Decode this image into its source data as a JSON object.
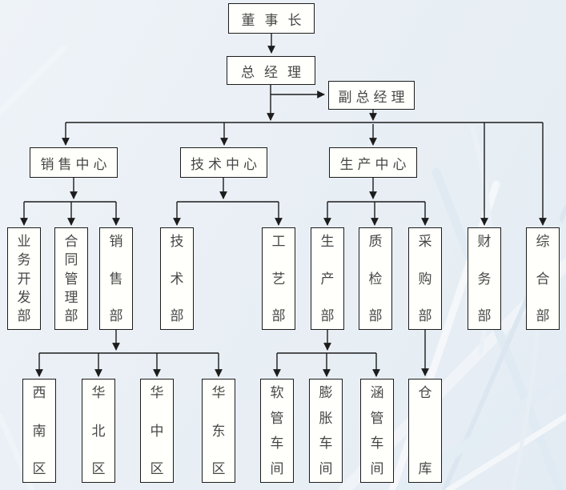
{
  "diagram_type": "org-chart",
  "nodes": {
    "chairman": {
      "label": "董事长"
    },
    "general_manager": {
      "label": "总经理"
    },
    "deputy_general_manager": {
      "label": "副总经理"
    },
    "sales_center": {
      "label": "销售中心"
    },
    "tech_center": {
      "label": "技术中心"
    },
    "production_center": {
      "label": "生产中心"
    },
    "biz_dev_dept": {
      "label": "业务开发部"
    },
    "contract_mgmt_dept": {
      "label": "合同管理部"
    },
    "sales_dept": {
      "label": "销售部"
    },
    "tech_dept": {
      "label": "技术部"
    },
    "process_dept": {
      "label": "工艺部"
    },
    "production_dept": {
      "label": "生产部"
    },
    "qc_dept": {
      "label": "质检部"
    },
    "purchasing_dept": {
      "label": "采购部"
    },
    "finance_dept": {
      "label": "财务部"
    },
    "general_affairs_dept": {
      "label": "综合部"
    },
    "southwest_region": {
      "label": "西南区"
    },
    "north_china_region": {
      "label": "华北区"
    },
    "central_china_region": {
      "label": "华中区"
    },
    "east_china_region": {
      "label": "华东区"
    },
    "hose_workshop": {
      "label": "软管车间"
    },
    "expansion_workshop": {
      "label": "膨胀车间"
    },
    "culvert_workshop": {
      "label": "涵管车间"
    },
    "warehouse": {
      "label": "仓库"
    }
  },
  "hierarchy": {
    "董事长": [
      "总经理"
    ],
    "总经理": [
      "副总经理",
      "销售中心",
      "技术中心",
      "生产中心",
      "财务部",
      "综合部"
    ],
    "副总经理": [
      "生产中心"
    ],
    "销售中心": [
      "业务开发部",
      "合同管理部",
      "销售部"
    ],
    "技术中心": [
      "技术部",
      "工艺部"
    ],
    "生产中心": [
      "生产部",
      "质检部",
      "采购部"
    ],
    "销售部": [
      "西南区",
      "华北区",
      "华中区",
      "华东区"
    ],
    "生产部": [
      "软管车间",
      "膨胀车间",
      "涵管车间"
    ],
    "采购部": [
      "仓库"
    ]
  },
  "colors": {
    "background": "#e9eff5",
    "node_fill": "#fffffb",
    "node_border": "#1c1c1c",
    "connector": "#1c1c1c",
    "text": "#474747",
    "watermark": "#dce9f2"
  }
}
